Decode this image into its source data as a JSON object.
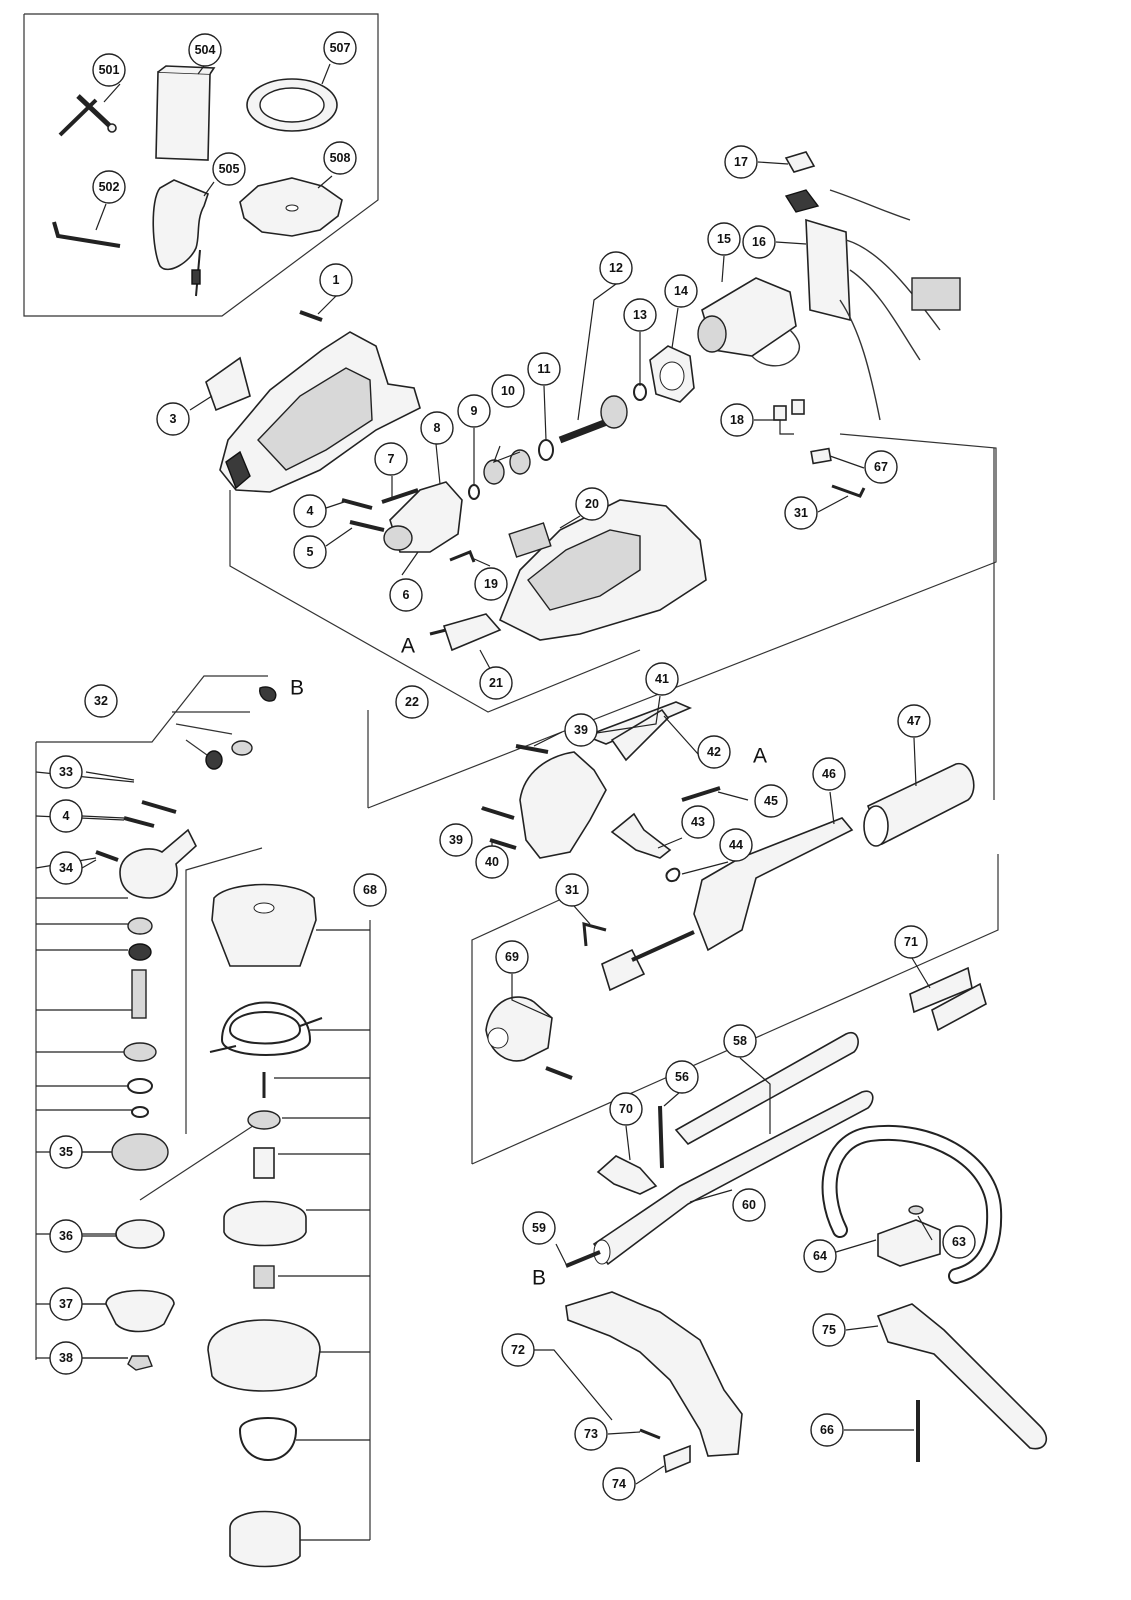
{
  "diagram": {
    "callouts": [
      {
        "id": "c501",
        "label": "501"
      },
      {
        "id": "c504",
        "label": "504"
      },
      {
        "id": "c507",
        "label": "507"
      },
      {
        "id": "c502",
        "label": "502"
      },
      {
        "id": "c505",
        "label": "505"
      },
      {
        "id": "c508",
        "label": "508"
      },
      {
        "id": "c1",
        "label": "1"
      },
      {
        "id": "c3",
        "label": "3"
      },
      {
        "id": "c4a",
        "label": "4"
      },
      {
        "id": "c5",
        "label": "5"
      },
      {
        "id": "c6",
        "label": "6"
      },
      {
        "id": "c7",
        "label": "7"
      },
      {
        "id": "c8",
        "label": "8"
      },
      {
        "id": "c9",
        "label": "9"
      },
      {
        "id": "c10",
        "label": "10"
      },
      {
        "id": "c11",
        "label": "11"
      },
      {
        "id": "c12",
        "label": "12"
      },
      {
        "id": "c13",
        "label": "13"
      },
      {
        "id": "c14",
        "label": "14"
      },
      {
        "id": "c15",
        "label": "15"
      },
      {
        "id": "c16",
        "label": "16"
      },
      {
        "id": "c17",
        "label": "17"
      },
      {
        "id": "c18",
        "label": "18"
      },
      {
        "id": "c19",
        "label": "19"
      },
      {
        "id": "c20",
        "label": "20"
      },
      {
        "id": "c21",
        "label": "21"
      },
      {
        "id": "c22",
        "label": "22"
      },
      {
        "id": "c31a",
        "label": "31"
      },
      {
        "id": "c67",
        "label": "67"
      },
      {
        "id": "c32",
        "label": "32"
      },
      {
        "id": "c33",
        "label": "33"
      },
      {
        "id": "c4b",
        "label": "4"
      },
      {
        "id": "c34",
        "label": "34"
      },
      {
        "id": "c35",
        "label": "35"
      },
      {
        "id": "c36",
        "label": "36"
      },
      {
        "id": "c37",
        "label": "37"
      },
      {
        "id": "c38",
        "label": "38"
      },
      {
        "id": "c68",
        "label": "68"
      },
      {
        "id": "c39a",
        "label": "39"
      },
      {
        "id": "c39b",
        "label": "39"
      },
      {
        "id": "c40",
        "label": "40"
      },
      {
        "id": "c41",
        "label": "41"
      },
      {
        "id": "c42",
        "label": "42"
      },
      {
        "id": "c43",
        "label": "43"
      },
      {
        "id": "c44",
        "label": "44"
      },
      {
        "id": "c45",
        "label": "45"
      },
      {
        "id": "c46",
        "label": "46"
      },
      {
        "id": "c47",
        "label": "47"
      },
      {
        "id": "c31b",
        "label": "31"
      },
      {
        "id": "c69",
        "label": "69"
      },
      {
        "id": "c71",
        "label": "71"
      },
      {
        "id": "c58",
        "label": "58"
      },
      {
        "id": "c56",
        "label": "56"
      },
      {
        "id": "c70",
        "label": "70"
      },
      {
        "id": "c59",
        "label": "59"
      },
      {
        "id": "c60",
        "label": "60"
      },
      {
        "id": "c63",
        "label": "63"
      },
      {
        "id": "c64",
        "label": "64"
      },
      {
        "id": "c75",
        "label": "75"
      },
      {
        "id": "c72",
        "label": "72"
      },
      {
        "id": "c73",
        "label": "73"
      },
      {
        "id": "c74",
        "label": "74"
      },
      {
        "id": "c66",
        "label": "66"
      }
    ],
    "reference_letters": [
      {
        "id": "A1",
        "label": "A"
      },
      {
        "id": "A2",
        "label": "A"
      },
      {
        "id": "B1",
        "label": "B"
      },
      {
        "id": "B2",
        "label": "B"
      }
    ]
  }
}
